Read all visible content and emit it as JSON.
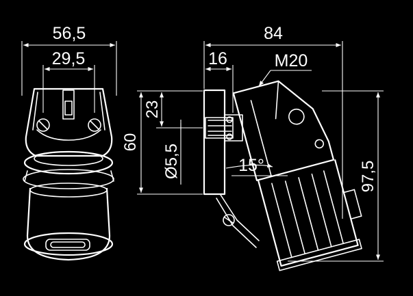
{
  "dimensions": {
    "width_overall": "56,5",
    "width_inner": "29,5",
    "depth_overall": "84",
    "depth_flange": "16",
    "thread": "M20",
    "height_hole": "23",
    "height_box": "60",
    "hole_diameter": "Ø5,5",
    "angle": "15°",
    "height_overall": "97,5"
  },
  "colors": {
    "background": "#000000",
    "line": "#ffffff"
  }
}
